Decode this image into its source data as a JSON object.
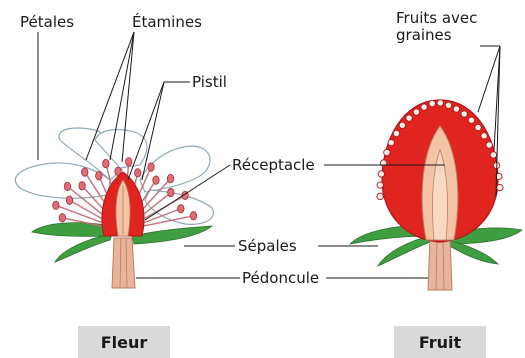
{
  "labels": {
    "petales": "Pétales",
    "etamines": "Étamines",
    "pistil": "Pistil",
    "receptacle": "Réceptacle",
    "sepales": "Sépales",
    "pedoncule": "Pédoncule",
    "fruits_line1": "Fruits avec",
    "fruits_line2": "graines"
  },
  "captions": {
    "flower": "Fleur",
    "fruit": "Fruit"
  },
  "colors": {
    "red": "#e0241f",
    "dark_red": "#b01518",
    "petal_fill": "#ffffff",
    "petal_stroke": "#8fa9b8",
    "leaf_green": "#3f9e3f",
    "stem": "#e8b59b",
    "caption_bg": "#d9d9d9"
  }
}
